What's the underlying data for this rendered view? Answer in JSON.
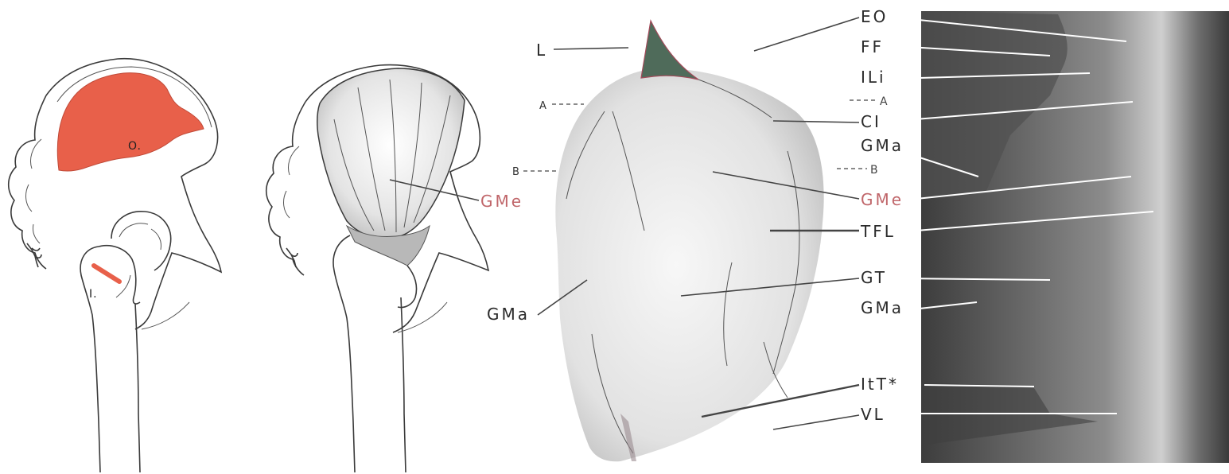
{
  "panel1": {
    "origin_label": "O.",
    "insertion_label": "I."
  },
  "panel2": {
    "gme_label": "GMe"
  },
  "panel3": {
    "left_labels": {
      "l": "L",
      "a": "A",
      "b": "B",
      "gma": "GMa"
    },
    "right_labels": {
      "eo": "EO",
      "ff": "FF",
      "ili": "ILi",
      "a": "A",
      "ci": "CI",
      "gma_upper": "GMa",
      "b": "B",
      "gme": "GMe",
      "tfl": "TFL",
      "gt": "GT",
      "gma_lower": "GMa",
      "itt": "ItT*",
      "vl": "VL"
    }
  },
  "colors": {
    "origin_red": "#e8604a",
    "label_red": "#c0666a",
    "ink": "#2a2a2a"
  }
}
